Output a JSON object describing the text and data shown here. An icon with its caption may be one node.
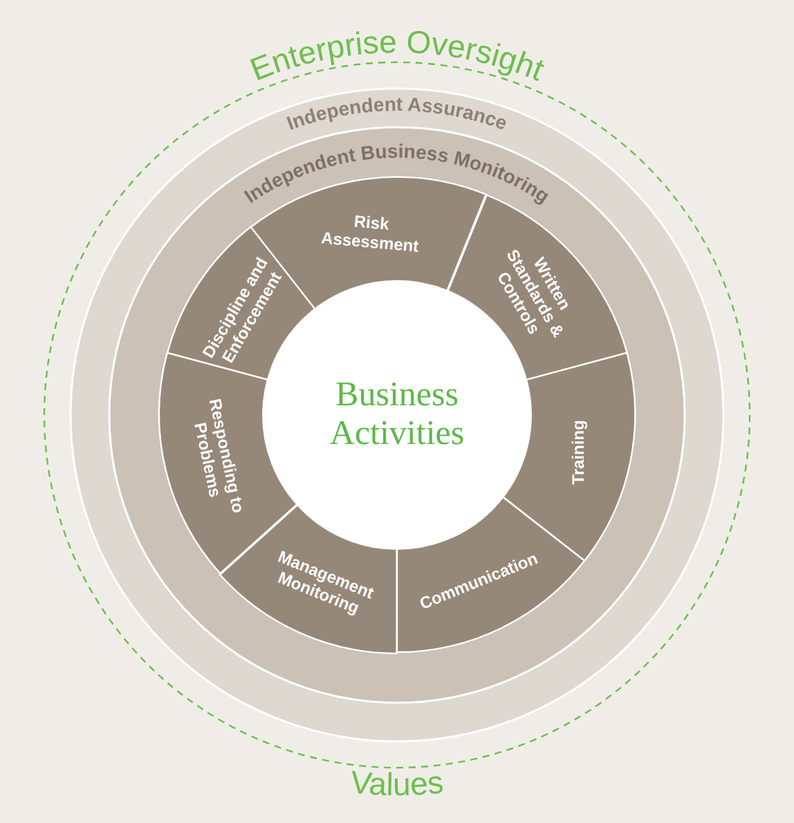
{
  "diagram": {
    "nodes": [
      {
        "text": [
          "Enterprise Oversight",
          "Values"
        ]
      },
      {
        "text": [
          "Independent Assurance"
        ],
        "in": 0
      },
      {
        "text": [
          "Independent Business Monitoring"
        ],
        "in": 1
      },
      {
        "text": [
          "Risk Assessment"
        ],
        "in": 2
      },
      {
        "text": [
          "Written Standards & Controls"
        ],
        "in": 2
      },
      {
        "text": [
          "Training"
        ],
        "in": 2
      },
      {
        "text": [
          "Communication"
        ],
        "in": 2
      },
      {
        "text": [
          "Management Monitoring"
        ],
        "in": 2
      },
      {
        "text": [
          "Responding to Problems"
        ],
        "in": 2
      },
      {
        "text": [
          "Discipline and Enforcement"
        ],
        "in": 2
      },
      {
        "text": [
          "Business Activities"
        ],
        "in": 2
      }
    ]
  }
}
